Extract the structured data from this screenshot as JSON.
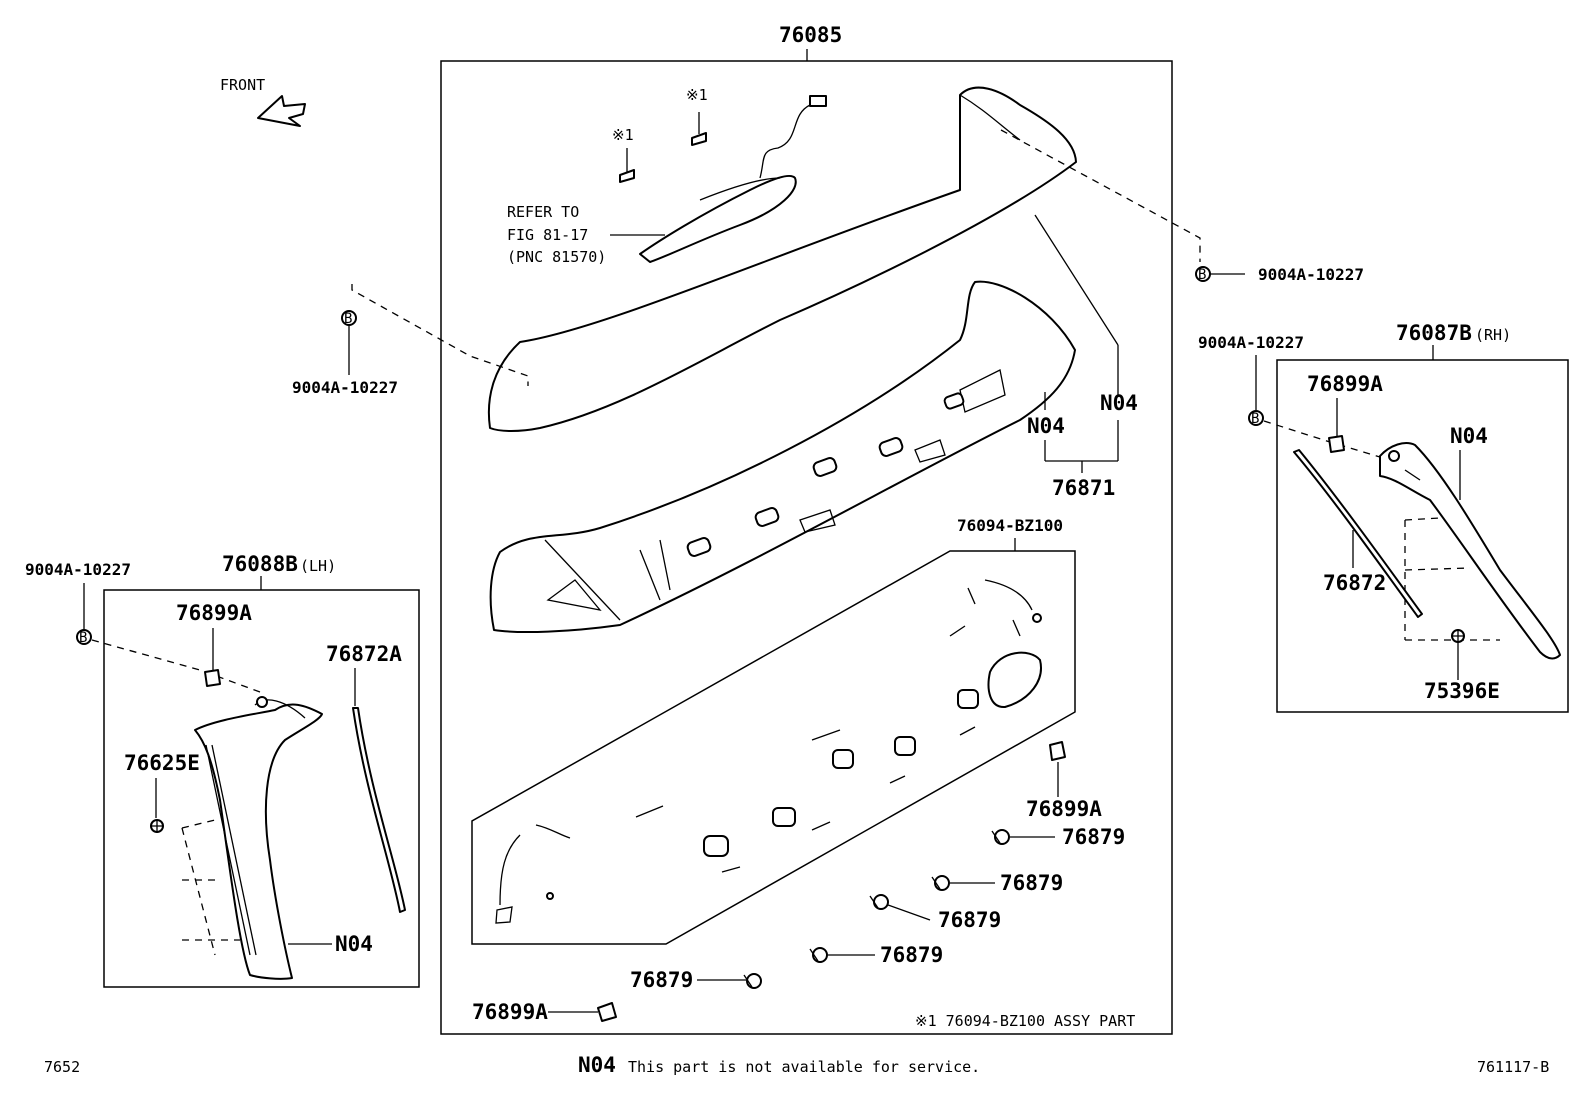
{
  "diagram": {
    "parts": {
      "p76085": "76085",
      "p76087B": "76087B",
      "p76087B_side": "(RH)",
      "p76088B": "76088B",
      "p76088B_side": "(LH)",
      "p76871": "76871",
      "p76872": "76872",
      "p76872A": "76872A",
      "p76094": "76094-BZ100",
      "p76899A": "76899A",
      "p76879": "76879",
      "p76625E": "76625E",
      "p75396E": "75396E",
      "p9004A": "9004A-10227",
      "n04": "N04"
    },
    "refer": {
      "line1": "REFER TO",
      "line2": "FIG 81-17",
      "line3": "(PNC 81570)"
    },
    "mark_1": "※1",
    "callout_b": "B",
    "front_label": "FRONT",
    "assy_note": "※1  76094-BZ100 ASSY PART",
    "footer": {
      "left_code": "7652",
      "n04": "N04",
      "n04_text": "This part is not available for service.",
      "right_code": "761117-B"
    }
  }
}
